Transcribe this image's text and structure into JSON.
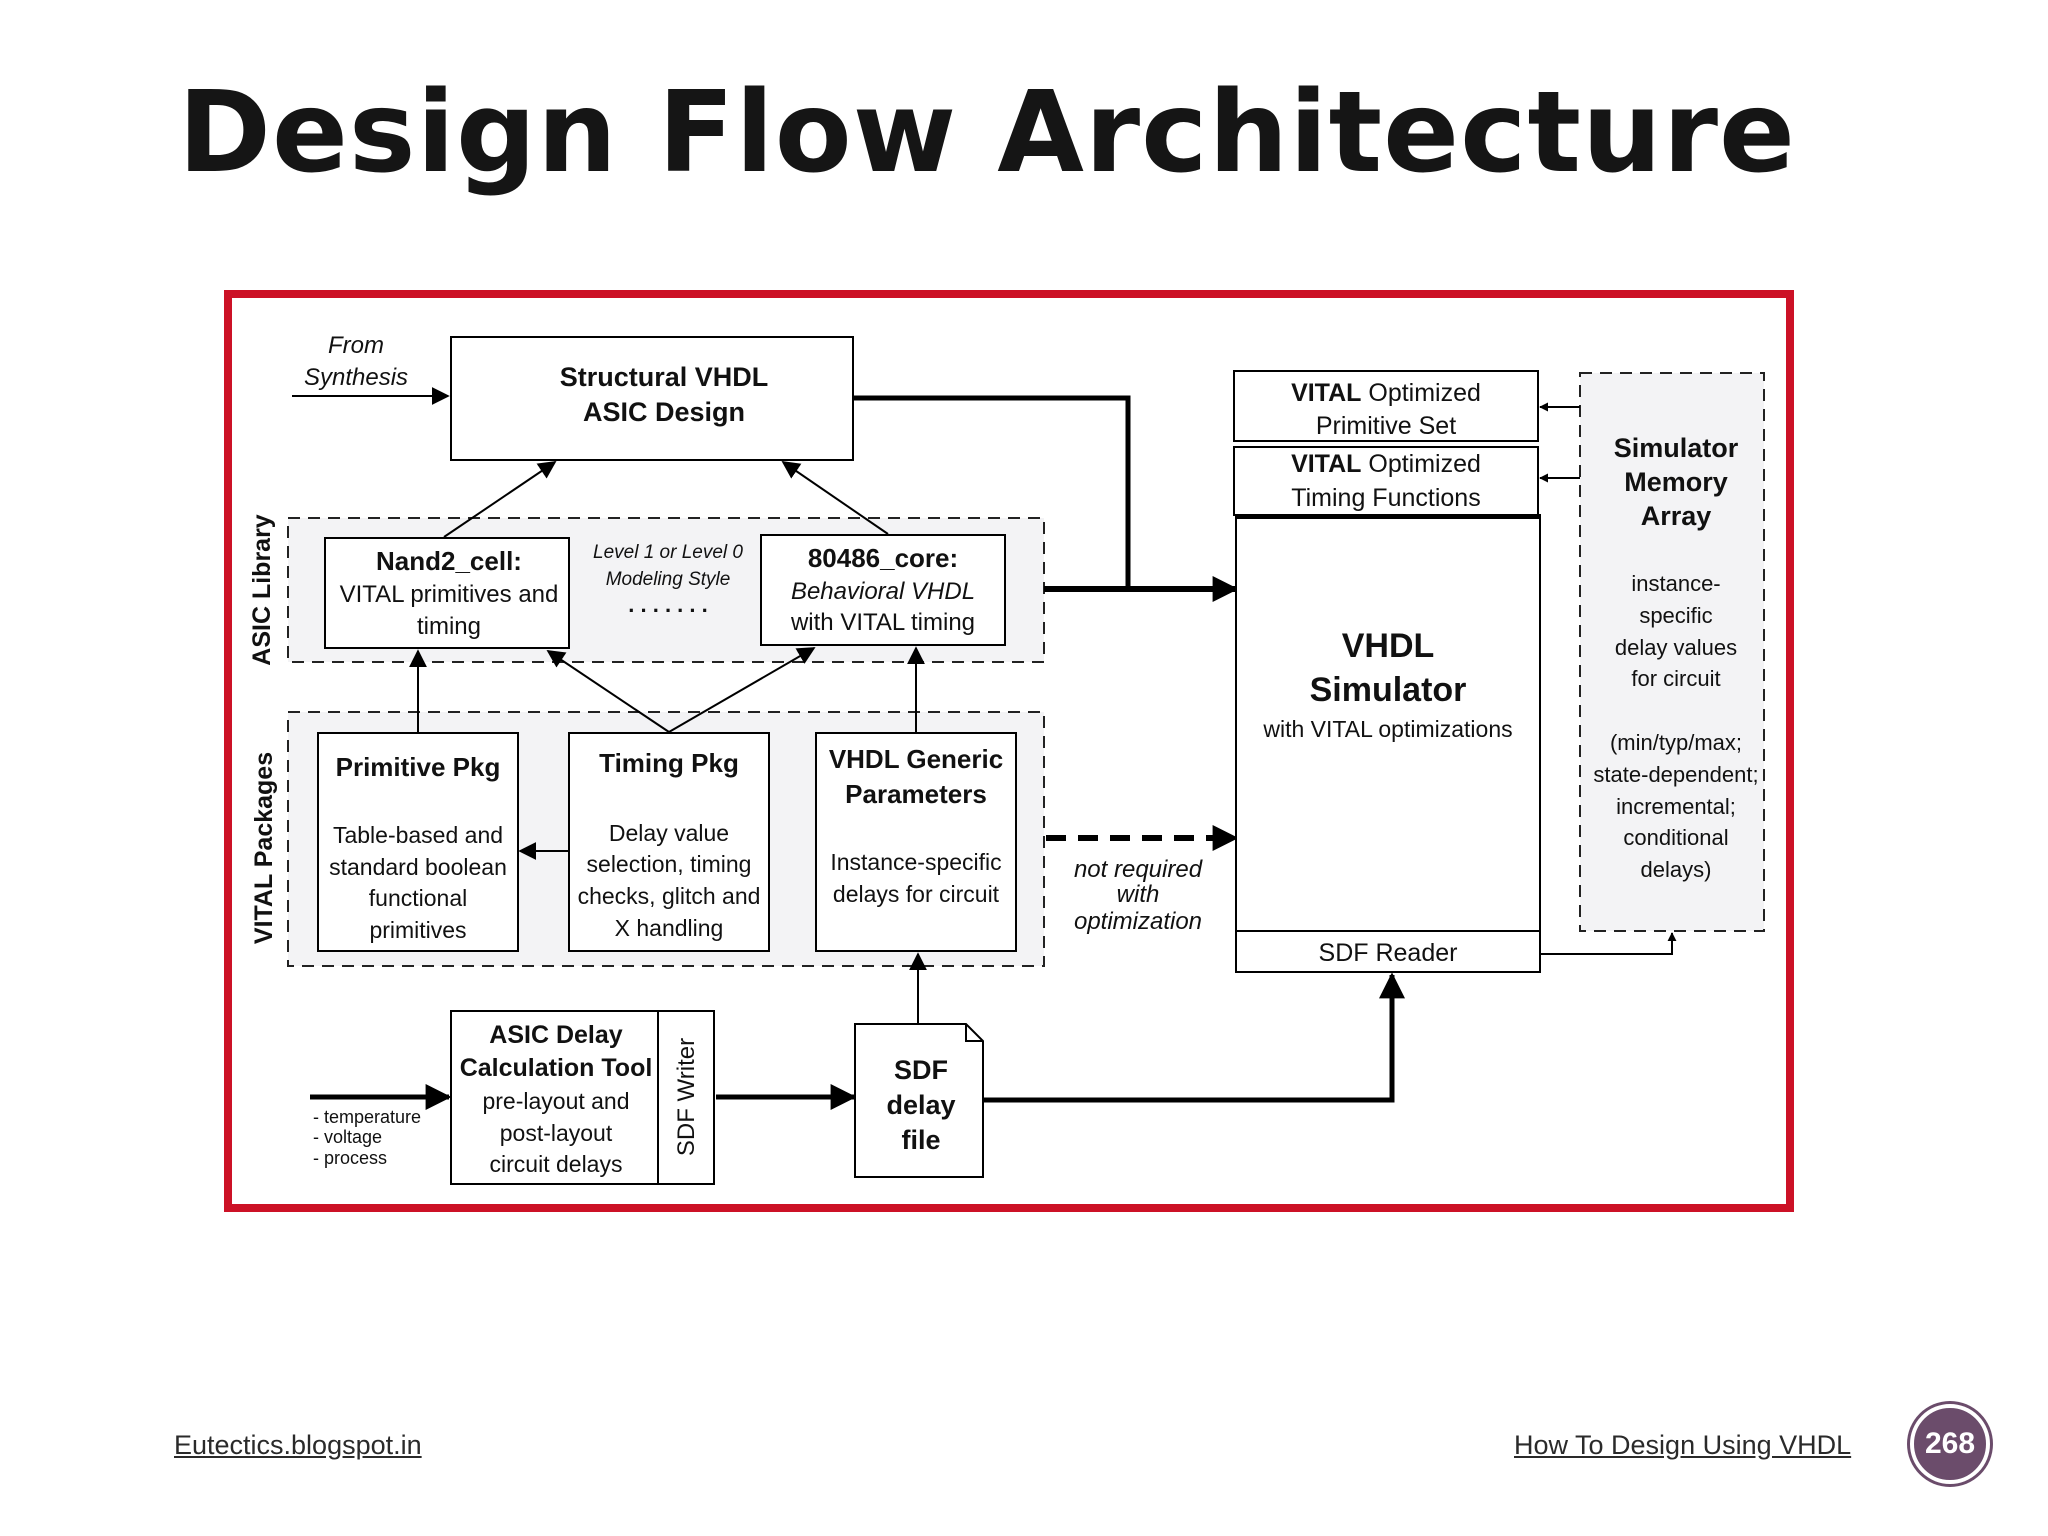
{
  "slide": {
    "title": "Design Flow Architecture"
  },
  "diagram": {
    "from_synthesis": [
      "From",
      "Synthesis"
    ],
    "structural": [
      "Structural VHDL",
      "ASIC Design"
    ],
    "asic_library_label": "ASIC Library",
    "vital_packages_label": "VITAL Packages",
    "nand2": {
      "title": "Nand2_cell:",
      "lines": [
        "VITAL primitives and",
        "timing"
      ]
    },
    "modeling": {
      "lines": [
        "Level 1 or Level 0",
        "Modeling Style"
      ],
      "dots": ". . . . . . ."
    },
    "core": {
      "title": "80486_core:",
      "lines": [
        "Behavioral VHDL",
        "with VITAL timing"
      ]
    },
    "primitive_pkg": {
      "title": "Primitive Pkg",
      "lines": [
        "Table-based and",
        "standard boolean",
        "functional",
        "primitives"
      ]
    },
    "timing_pkg": {
      "title": "Timing Pkg",
      "lines": [
        "Delay value",
        "selection, timing",
        "checks, glitch and",
        "X handling"
      ]
    },
    "generic": {
      "title": [
        "VHDL Generic",
        "Parameters"
      ],
      "lines": [
        "Instance-specific",
        "delays for circuit"
      ]
    },
    "not_required": [
      "not required",
      "with",
      "optimization"
    ],
    "vital_primitive": {
      "bold": "VITAL",
      "rest": " Optimized",
      "line2": "Primitive Set"
    },
    "vital_timing": {
      "bold": "VITAL",
      "rest": " Optimized",
      "line2": "Timing Functions"
    },
    "simulator": {
      "title": [
        "VHDL",
        "Simulator"
      ],
      "sub": "with VITAL optimizations",
      "sdf_reader": "SDF Reader"
    },
    "memory": {
      "title": [
        "Simulator",
        "Memory",
        "Array"
      ],
      "lines": [
        "instance-",
        "specific",
        "delay values",
        "for circuit",
        "",
        "(min/typ/max;",
        "state-dependent;",
        "incremental;",
        "conditional",
        "delays)"
      ]
    },
    "delay_tool": {
      "title": [
        "ASIC Delay",
        "Calculation Tool"
      ],
      "lines": [
        "pre-layout and",
        "post-layout",
        "circuit delays"
      ],
      "writer": "SDF Writer"
    },
    "inputs": [
      "- temperature",
      "- voltage",
      "- process"
    ],
    "sdf_file": [
      "SDF",
      "delay",
      "file"
    ]
  },
  "footer": {
    "left": "Eutectics.blogspot.in",
    "right": "How To Design Using VHDL",
    "page": "268"
  },
  "colors": {
    "frame": "#cc1126",
    "badge": "#6b4c6b",
    "dashed_region": "#f3f3f5"
  }
}
